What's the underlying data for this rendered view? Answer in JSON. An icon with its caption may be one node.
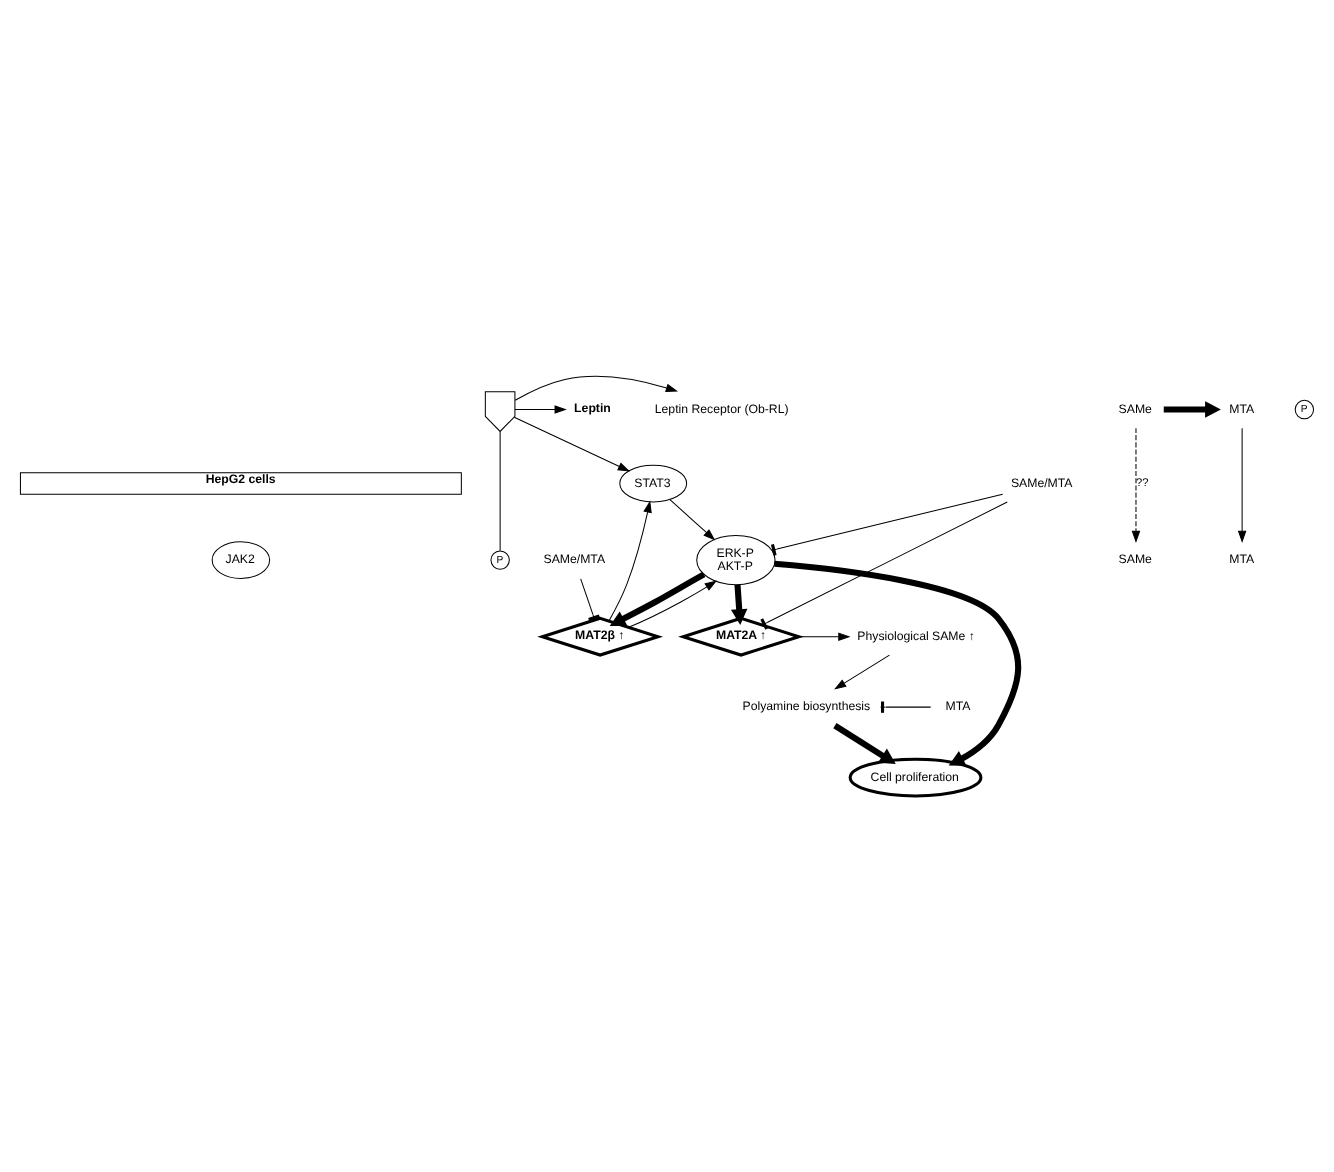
{
  "diagram": {
    "nodes": [
      {
        "text": [],
        "shape": "picture"
      },
      {
        "text": [
          "Leptin"
        ]
      },
      {
        "text": [
          "Leptin Receptor (Ob-RL)"
        ]
      },
      {
        "text": [
          "SAMe"
        ]
      },
      {
        "text": [
          "MTA"
        ]
      },
      {
        "text": [
          "HepG2 cells"
        ]
      },
      {
        "text": [
          "JAK2"
        ]
      },
      {
        "text": [
          "P"
        ]
      },
      {
        "text": [
          "SAMe"
        ]
      },
      {
        "text": [
          "MTA"
        ]
      },
      {
        "text": [
          "P"
        ]
      },
      {
        "text": [
          "STAT3"
        ]
      },
      {
        "text": [
          "SAMe/MTA"
        ]
      },
      {
        "text": [
          "ERK-P",
          "AKT-P"
        ]
      },
      {
        "text": [
          "MAT2β ↑"
        ]
      },
      {
        "text": [
          "MAT2A ↑"
        ]
      },
      {
        "text": [
          "Physiological SAMe ↑"
        ]
      },
      {
        "text": [
          "SAMe/MTA"
        ]
      },
      {
        "text": [
          "Polyamine biosynthesis"
        ]
      },
      {
        "text": [
          "MTA"
        ]
      },
      {
        "text": [
          "Cell proliferation"
        ]
      }
    ],
    "edges": [
      {
        "from": 0,
        "to": 1,
        "arrow": "to"
      },
      {
        "from": 0,
        "to": 2,
        "arrow": "to"
      },
      {
        "from": 3,
        "to": 4,
        "arrow": "to",
        "style": "thick"
      },
      {
        "from": 3,
        "to": 8,
        "arrow": "to",
        "style": "dashed",
        "label": "??"
      },
      {
        "from": 4,
        "to": 9,
        "arrow": "to"
      },
      {
        "from": 0,
        "to": 7,
        "arrow": "none"
      },
      {
        "from": 0,
        "to": 11,
        "arrow": "to"
      },
      {
        "from": 11,
        "to": 13,
        "arrow": "to"
      },
      {
        "from": 14,
        "to": 11,
        "arrow": "to"
      },
      {
        "from": 14,
        "to": 13,
        "arrow": "to"
      },
      {
        "from": 13,
        "to": 14,
        "arrow": "to",
        "style": "thick"
      },
      {
        "from": 13,
        "to": 15,
        "arrow": "to",
        "style": "thick"
      },
      {
        "from": 12,
        "to": 13,
        "arrow": "other"
      },
      {
        "from": 12,
        "to": 15,
        "arrow": "other"
      },
      {
        "from": 17,
        "to": 14,
        "arrow": "other"
      },
      {
        "from": 15,
        "to": 16,
        "arrow": "to"
      },
      {
        "from": 16,
        "to": 18,
        "arrow": "to"
      },
      {
        "from": 19,
        "to": 18,
        "arrow": "other"
      },
      {
        "from": 13,
        "to": 20,
        "arrow": "to",
        "style": "thick"
      },
      {
        "from": 18,
        "to": 20,
        "arrow": "to",
        "style": "thick"
      }
    ]
  }
}
